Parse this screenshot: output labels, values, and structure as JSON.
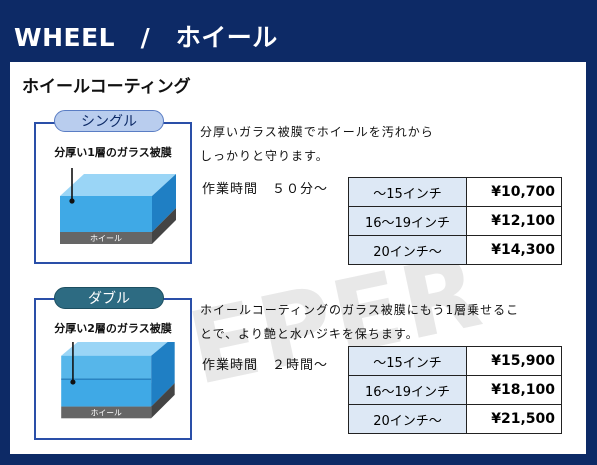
{
  "header": {
    "title": "WHEEL　/　ホイール"
  },
  "section": {
    "title": "ホイールコーティング"
  },
  "watermark": {
    "text": "KEEPER"
  },
  "products": [
    {
      "name": "シングル",
      "caption": "分厚い1層のガラス被膜",
      "base_label": "ホイール",
      "description_lines": [
        "分厚いガラス被膜でホイールを汚れから",
        "しっかりと守ります。"
      ],
      "work_time": "作業時間　５０分～",
      "prices": [
        {
          "size": "～15インチ",
          "price": "¥10,700"
        },
        {
          "size": "16～19インチ",
          "price": "¥12,100"
        },
        {
          "size": "20インチ～",
          "price": "¥14,300"
        }
      ]
    },
    {
      "name": "ダブル",
      "caption": "分厚い2層のガラス被膜",
      "base_label": "ホイール",
      "description_lines": [
        "ホイールコーティングのガラス被膜にもう1層乗せるこ",
        "とで、より艶と水ハジキを保ちます。"
      ],
      "work_time": "作業時間　２時間～",
      "prices": [
        {
          "size": "～15インチ",
          "price": "¥15,900"
        },
        {
          "size": "16～19インチ",
          "price": "¥18,100"
        },
        {
          "size": "20インチ～",
          "price": "¥21,500"
        }
      ]
    }
  ],
  "colors": {
    "navy": "#0d2a66",
    "glass": "#3fa9e6",
    "table_header": "#dde8f5"
  }
}
